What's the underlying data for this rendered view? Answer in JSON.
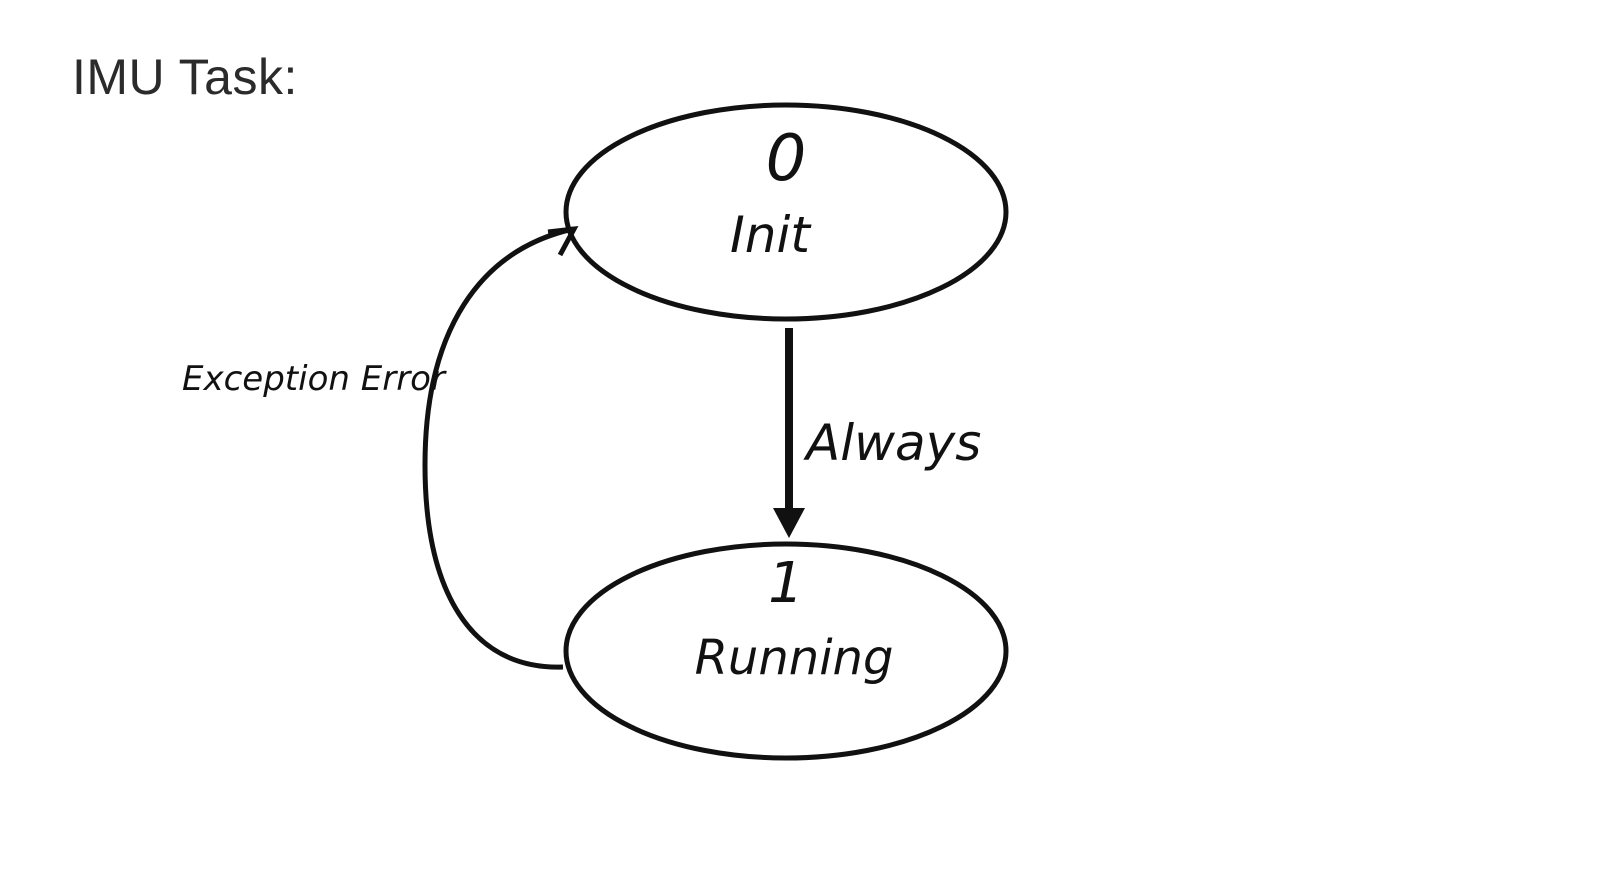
{
  "page": {
    "title": "IMU Task:"
  },
  "states": [
    {
      "id": "init",
      "number": "0",
      "label": "Init"
    },
    {
      "id": "running",
      "number": "1",
      "label": "Running"
    }
  ],
  "transitions": [
    {
      "from": "Init",
      "to": "Running",
      "label": "Always"
    },
    {
      "from": "Running",
      "to": "Init",
      "label": "Exception Error"
    }
  ],
  "colors": {
    "stroke": "#111111",
    "title": "#2b2b2b",
    "background": "#ffffff"
  }
}
